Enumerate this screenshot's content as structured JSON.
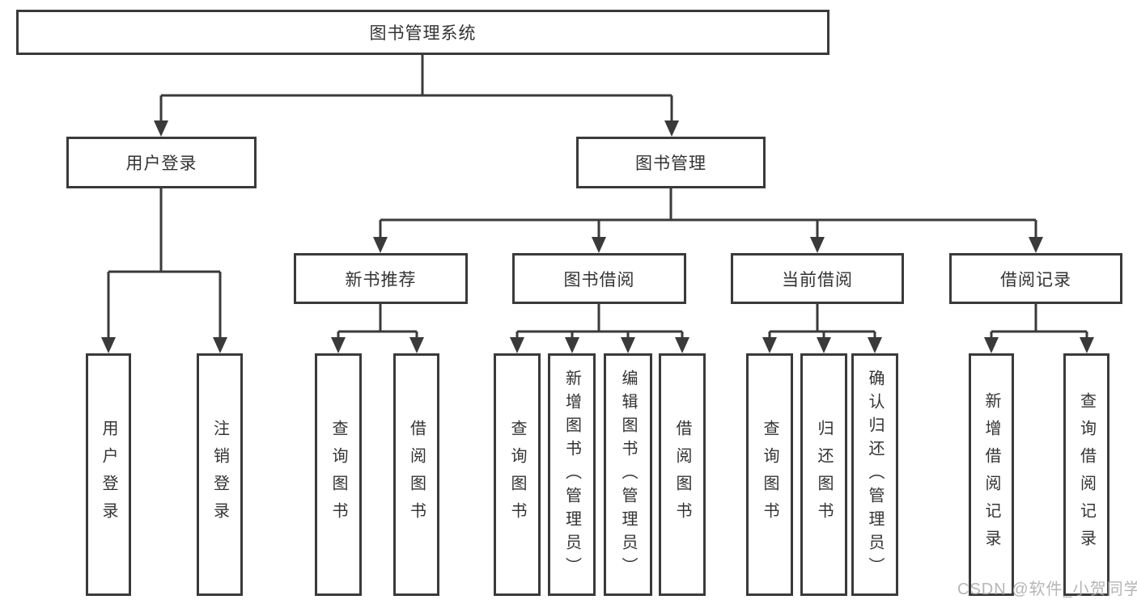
{
  "diagram": {
    "root": {
      "label": "图书管理系统",
      "children": [
        {
          "label": "用户登录",
          "children": [
            {
              "label": "用户登录"
            },
            {
              "label": "注销登录"
            }
          ]
        },
        {
          "label": "图书管理",
          "children": [
            {
              "label": "新书推荐",
              "children": [
                {
                  "label": "查询图书"
                },
                {
                  "label": "借阅图书"
                }
              ]
            },
            {
              "label": "图书借阅",
              "children": [
                {
                  "label": "查询图书"
                },
                {
                  "label": "新增图书（管理员）"
                },
                {
                  "label": "编辑图书（管理员）"
                },
                {
                  "label": "借阅图书"
                }
              ]
            },
            {
              "label": "当前借阅",
              "children": [
                {
                  "label": "查询图书"
                },
                {
                  "label": "归还图书"
                },
                {
                  "label": "确认归还（管理员）"
                }
              ]
            },
            {
              "label": "借阅记录",
              "children": [
                {
                  "label": "新增借阅记录"
                },
                {
                  "label": "查询借阅记录"
                }
              ]
            }
          ]
        }
      ]
    },
    "colors": {
      "line": "#3a3a3a",
      "text": "#333333",
      "background": "#ffffff",
      "watermark": "#a8a8a8"
    }
  },
  "watermark": {
    "text": "CSDN @软件_小贺同学"
  }
}
